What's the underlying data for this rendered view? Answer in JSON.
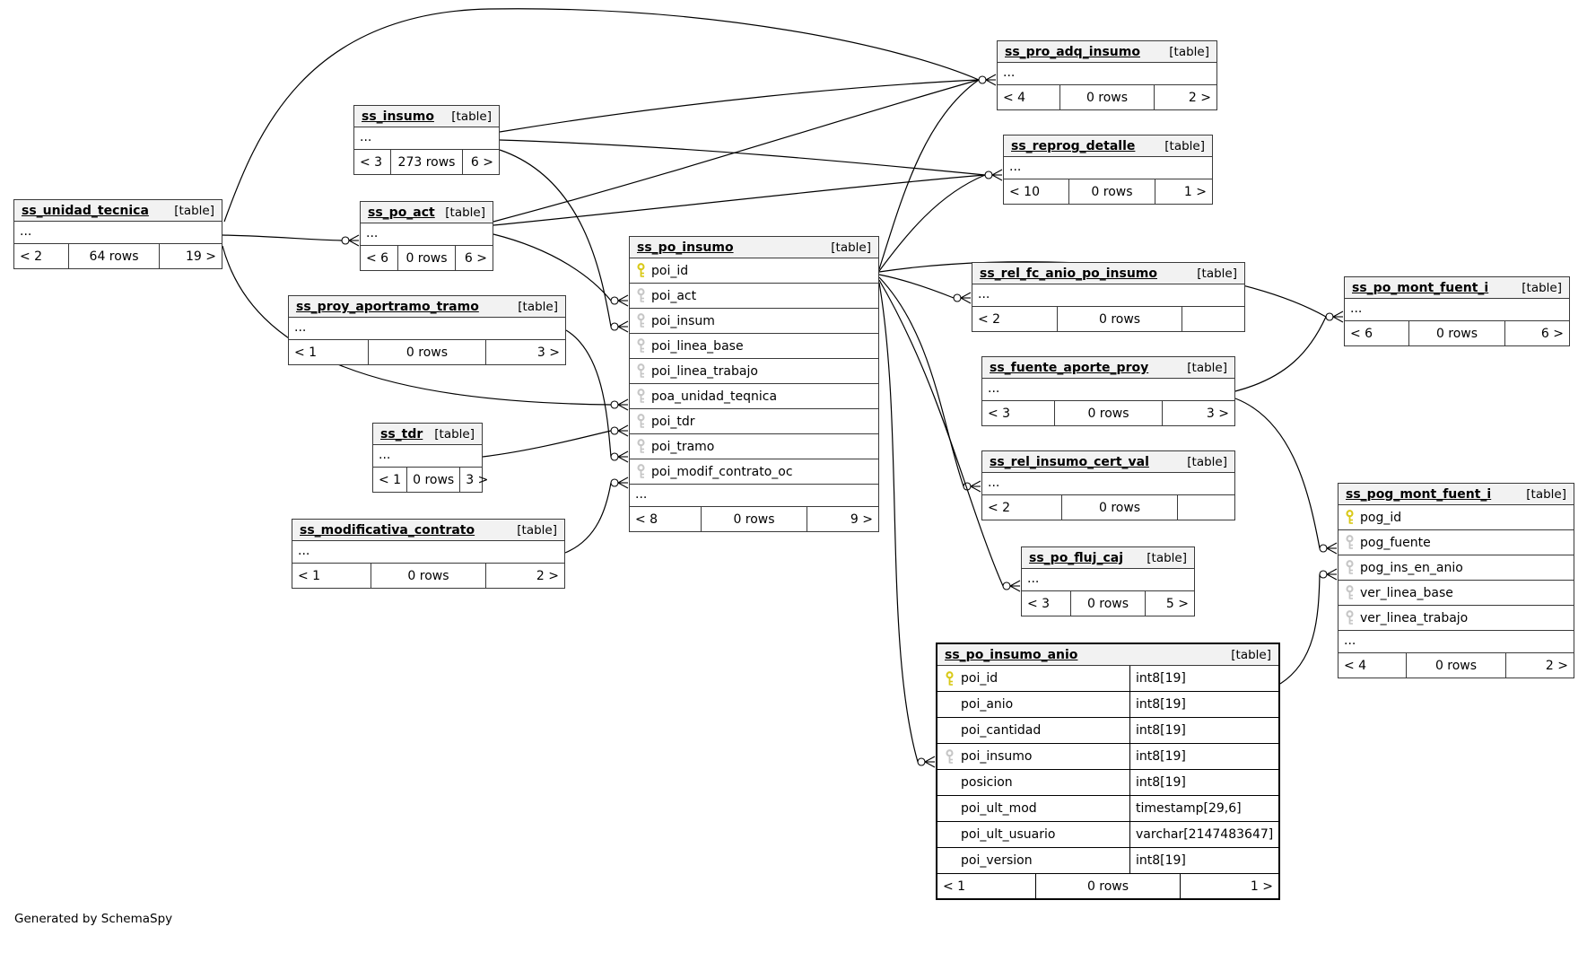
{
  "credit": "Generated by SchemaSpy",
  "colors": {
    "primary_key": "#d9c918",
    "foreign_key": "#c6c6c6",
    "header_bg": "#f2f2f2",
    "border": "#3a3a3a",
    "emphasis_border": "#000000"
  },
  "tables": [
    {
      "id": "ss_pro_adq_insumo",
      "title": "ss_pro_adq_insumo",
      "tag": "[table]",
      "ellipsis": "...",
      "stats": [
        "< 4",
        "0 rows",
        "2 >"
      ]
    },
    {
      "id": "ss_insumo",
      "title": "ss_insumo",
      "tag": "[table]",
      "ellipsis": "...",
      "stats": [
        "< 3",
        "273 rows",
        "6 >"
      ]
    },
    {
      "id": "ss_reprog_detalle",
      "title": "ss_reprog_detalle",
      "tag": "[table]",
      "ellipsis": "...",
      "stats": [
        "< 10",
        "0 rows",
        "1 >"
      ]
    },
    {
      "id": "ss_unidad_tecnica",
      "title": "ss_unidad_tecnica",
      "tag": "[table]",
      "ellipsis": "...",
      "stats": [
        "< 2",
        "64 rows",
        "19 >"
      ]
    },
    {
      "id": "ss_po_act",
      "title": "ss_po_act",
      "tag": "[table]",
      "ellipsis": "...",
      "stats": [
        "< 6",
        "0 rows",
        "6 >"
      ]
    },
    {
      "id": "ss_po_insumo",
      "title": "ss_po_insumo",
      "tag": "[table]",
      "columns": [
        {
          "name": "poi_id",
          "key": "pk"
        },
        {
          "name": "poi_act",
          "key": "fk"
        },
        {
          "name": "poi_insum",
          "key": "fk"
        },
        {
          "name": "poi_linea_base",
          "key": "fk"
        },
        {
          "name": "poi_linea_trabajo",
          "key": "fk"
        },
        {
          "name": "poa_unidad_teqnica",
          "key": "fk"
        },
        {
          "name": "poi_tdr",
          "key": "fk"
        },
        {
          "name": "poi_tramo",
          "key": "fk"
        },
        {
          "name": "poi_modif_contrato_oc",
          "key": "fk"
        }
      ],
      "ellipsis": "...",
      "stats": [
        "< 8",
        "0 rows",
        "9 >"
      ]
    },
    {
      "id": "ss_proy_aportramo_tramo",
      "title": "ss_proy_aportramo_tramo",
      "tag": "[table]",
      "ellipsis": "...",
      "stats": [
        "< 1",
        "0 rows",
        "3 >"
      ]
    },
    {
      "id": "ss_tdr",
      "title": "ss_tdr",
      "tag": "[table]",
      "ellipsis": "...",
      "stats": [
        "< 1",
        "0 rows",
        "3 >"
      ]
    },
    {
      "id": "ss_modificativa_contrato",
      "title": "ss_modificativa_contrato",
      "tag": "[table]",
      "ellipsis": "...",
      "stats": [
        "< 1",
        "0 rows",
        "2 >"
      ]
    },
    {
      "id": "ss_rel_fc_anio_po_insumo",
      "title": "ss_rel_fc_anio_po_insumo",
      "tag": "[table]",
      "ellipsis": "...",
      "stats": [
        "< 2",
        "0 rows",
        ""
      ]
    },
    {
      "id": "ss_fuente_aporte_proy",
      "title": "ss_fuente_aporte_proy",
      "tag": "[table]",
      "ellipsis": "...",
      "stats": [
        "< 3",
        "0 rows",
        "3 >"
      ]
    },
    {
      "id": "ss_rel_insumo_cert_val",
      "title": "ss_rel_insumo_cert_val",
      "tag": "[table]",
      "ellipsis": "...",
      "stats": [
        "< 2",
        "0 rows",
        ""
      ]
    },
    {
      "id": "ss_po_fluj_caj",
      "title": "ss_po_fluj_caj",
      "tag": "[table]",
      "ellipsis": "...",
      "stats": [
        "< 3",
        "0 rows",
        "5 >"
      ]
    },
    {
      "id": "ss_po_mont_fuent_i",
      "title": "ss_po_mont_fuent_i",
      "tag": "[table]",
      "ellipsis": "...",
      "stats": [
        "< 6",
        "0 rows",
        "6 >"
      ]
    },
    {
      "id": "ss_pog_mont_fuent_i",
      "title": "ss_pog_mont_fuent_i",
      "tag": "[table]",
      "columns": [
        {
          "name": "pog_id",
          "key": "pk"
        },
        {
          "name": "pog_fuente",
          "key": "fk"
        },
        {
          "name": "pog_ins_en_anio",
          "key": "fk"
        },
        {
          "name": "ver_linea_base",
          "key": "fk"
        },
        {
          "name": "ver_linea_trabajo",
          "key": "fk"
        }
      ],
      "ellipsis": "...",
      "stats": [
        "< 4",
        "0 rows",
        "2 >"
      ]
    },
    {
      "id": "ss_po_insumo_anio",
      "title": "ss_po_insumo_anio",
      "tag": "[table]",
      "emphasized": true,
      "columns": [
        {
          "name": "poi_id",
          "key": "pk",
          "type": "int8[19]"
        },
        {
          "name": "poi_anio",
          "key": "",
          "type": "int8[19]"
        },
        {
          "name": "poi_cantidad",
          "key": "",
          "type": "int8[19]"
        },
        {
          "name": "poi_insumo",
          "key": "fk",
          "type": "int8[19]"
        },
        {
          "name": "posicion",
          "key": "",
          "type": "int8[19]"
        },
        {
          "name": "poi_ult_mod",
          "key": "",
          "type": "timestamp[29,6]"
        },
        {
          "name": "poi_ult_usuario",
          "key": "",
          "type": "varchar[2147483647]"
        },
        {
          "name": "poi_version",
          "key": "",
          "type": "int8[19]"
        }
      ],
      "stats": [
        "< 1",
        "0 rows",
        "1 >"
      ]
    }
  ],
  "connections": [
    {
      "from": "ss_unidad_tecnica",
      "to": "ss_po_act",
      "to_column": ""
    },
    {
      "from": "ss_unidad_tecnica",
      "to": "ss_pro_adq_insumo",
      "to_column": ""
    },
    {
      "from": "ss_unidad_tecnica",
      "to": "ss_po_insumo",
      "to_column": "poa_unidad_teqnica"
    },
    {
      "from": "ss_insumo",
      "to": "ss_pro_adq_insumo",
      "to_column": ""
    },
    {
      "from": "ss_insumo",
      "to": "ss_reprog_detalle",
      "to_column": ""
    },
    {
      "from": "ss_insumo",
      "to": "ss_po_insumo",
      "to_column": "poi_insum"
    },
    {
      "from": "ss_po_act",
      "to": "ss_reprog_detalle",
      "to_column": ""
    },
    {
      "from": "ss_po_act",
      "to": "ss_po_insumo",
      "to_column": "poi_act"
    },
    {
      "from": "ss_proy_aportramo_tramo",
      "to": "ss_po_insumo",
      "to_column": "poi_tramo"
    },
    {
      "from": "ss_tdr",
      "to": "ss_po_insumo",
      "to_column": "poi_tdr"
    },
    {
      "from": "ss_modificativa_contrato",
      "to": "ss_po_insumo",
      "to_column": "poi_modif_contrato_oc"
    },
    {
      "from": "ss_po_insumo",
      "to": "ss_pro_adq_insumo",
      "to_column": ""
    },
    {
      "from": "ss_po_insumo",
      "to": "ss_reprog_detalle",
      "to_column": ""
    },
    {
      "from": "ss_po_insumo",
      "to": "ss_rel_fc_anio_po_insumo",
      "to_column": ""
    },
    {
      "from": "ss_po_insumo",
      "to": "ss_rel_insumo_cert_val",
      "to_column": ""
    },
    {
      "from": "ss_po_insumo",
      "to": "ss_po_fluj_caj",
      "to_column": ""
    },
    {
      "from": "ss_po_insumo",
      "to": "ss_po_insumo_anio",
      "to_column": "poi_insumo"
    },
    {
      "from": "ss_po_insumo",
      "to": "ss_po_mont_fuent_i",
      "to_column": ""
    },
    {
      "from": "ss_fuente_aporte_proy",
      "to": "ss_po_mont_fuent_i",
      "to_column": ""
    },
    {
      "from": "ss_fuente_aporte_proy",
      "to": "ss_pog_mont_fuent_i",
      "to_column": "pog_fuente"
    },
    {
      "from": "ss_po_insumo_anio",
      "to": "ss_pog_mont_fuent_i",
      "to_column": "pog_ins_en_anio"
    },
    {
      "from": "ss_po_act",
      "to": "ss_pro_adq_insumo",
      "to_column": ""
    }
  ]
}
